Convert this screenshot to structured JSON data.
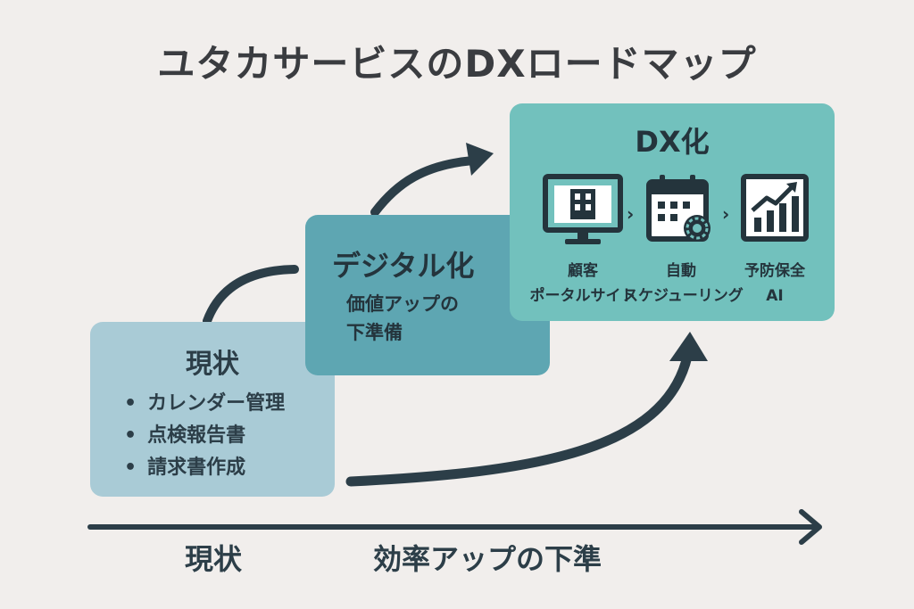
{
  "title": "ユタカサービスのDXロードマップ",
  "stages": {
    "current": {
      "heading": "現状",
      "items": [
        "カレンダー管理",
        "点検報告書",
        "請求書作成"
      ]
    },
    "digital": {
      "heading": "デジタル化",
      "lines": [
        "価値アップの",
        "下準備"
      ]
    },
    "dx": {
      "heading": "DX化",
      "features": [
        {
          "icon": "monitor-building-icon",
          "line1": "顧客",
          "line2": "ポータルサイト"
        },
        {
          "icon": "calendar-gear-icon",
          "line1": "自動",
          "line2": "スケジューリング"
        },
        {
          "icon": "chart-growth-icon",
          "line1": "予防保全",
          "line2": "AI"
        }
      ]
    }
  },
  "axis": {
    "left_label": "現状",
    "right_label": "効率アップの下準"
  },
  "colors": {
    "background": "#f1eeec",
    "current": "#a9cbd6",
    "digital": "#5ea6b2",
    "dx": "#72c1bd",
    "arrow": "#2c3e48"
  }
}
